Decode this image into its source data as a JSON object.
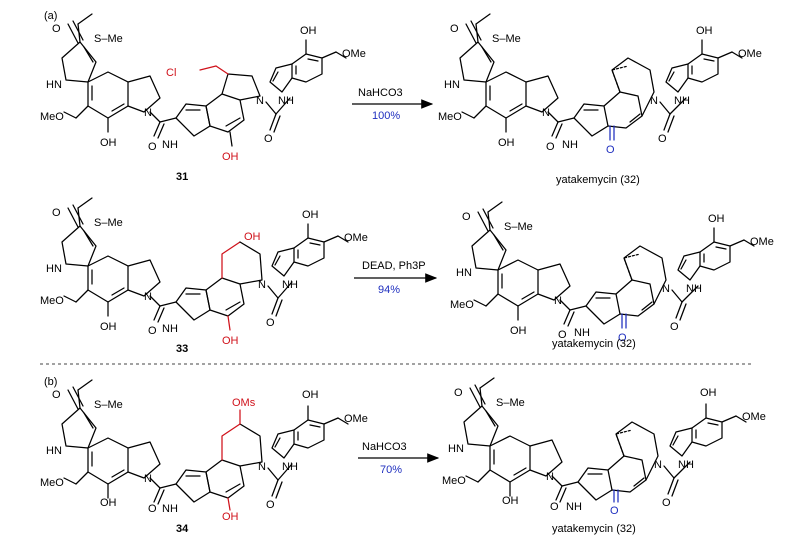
{
  "section_a": "(a)",
  "section_b": "(b)",
  "atoms": {
    "s_me": "S–Me",
    "o": "O",
    "hn": "HN",
    "h_n": "H",
    "n": "N",
    "nh": "NH",
    "oh": "OH",
    "meo": "MeO",
    "ome": "OMe",
    "cl": "Cl",
    "oms": "OMs"
  },
  "compounds": {
    "c31": "31",
    "c33": "33",
    "c34": "34",
    "product": "yatakemycin (32)"
  },
  "reactions": [
    {
      "reagent": "NaHCO3",
      "yield": "100%"
    },
    {
      "reagent": "DEAD, Ph3P",
      "yield": "94%"
    },
    {
      "reagent": "NaHCO3",
      "yield": "70%"
    }
  ],
  "colors": {
    "highlight_red": "#d0121b",
    "highlight_blue": "#1f2fbf",
    "ink": "#000000"
  }
}
